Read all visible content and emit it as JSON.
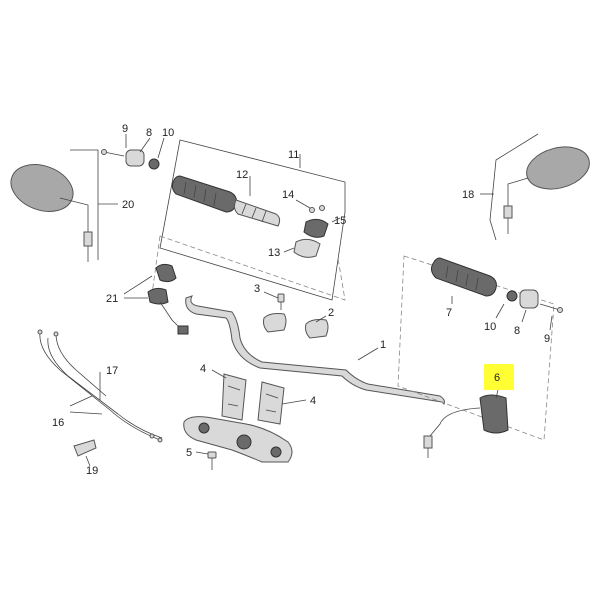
{
  "callouts": {
    "c1": "1",
    "c2": "2",
    "c3": "3",
    "c4a": "4",
    "c4b": "4",
    "c5": "5",
    "c6": "6",
    "c7": "7",
    "c8a": "8",
    "c8b": "8",
    "c9a": "9",
    "c9b": "9",
    "c10a": "10",
    "c10b": "10",
    "c11": "11",
    "c12": "12",
    "c13": "13",
    "c14": "14",
    "c15": "15",
    "c16": "16",
    "c17": "17",
    "c18": "18",
    "c19": "19",
    "c20": "20",
    "c21": "21"
  },
  "colors": {
    "highlight": "#ffff33",
    "line": "#444444",
    "part": "#d9d9d9"
  }
}
